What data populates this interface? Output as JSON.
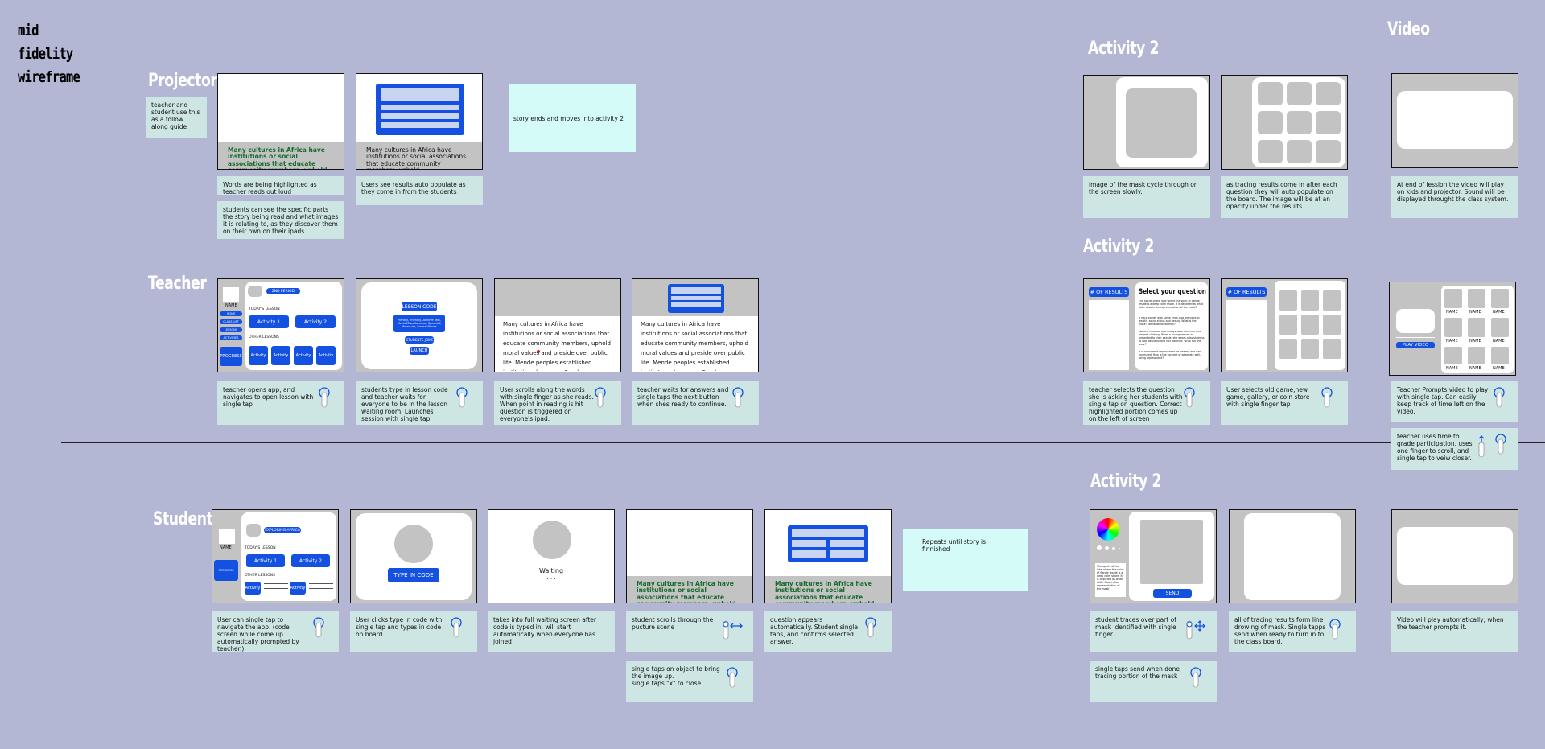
{
  "title": "mid\nfidelity\nwireframe",
  "sections": {
    "projector": "Projector",
    "teacher": "Teacher",
    "student": "Student",
    "activity2_a": "Activity 2",
    "activity2_b": "Activity 2",
    "activity2_c": "Activity 2",
    "video": "Video"
  },
  "colors": {
    "background": "#b4b7d3",
    "note": "#cde6e4",
    "sticky": "#d4fbf8",
    "accent_blue": "#1451e0",
    "placeholder_grey": "#c3c3c3",
    "highlight_green": "#166b2a"
  },
  "projector": {
    "intro_note": "teacher and student use this as a follow along guide",
    "frame1_text": "Many cultures in Africa have institutions or social associations that educate community members, uphold",
    "frame1_note1": "Words are being highlighted as teacher reads out loud",
    "frame1_note2": "students can see the specific parts the story being read and what images it is relating to, as they discover them on their own on their ipads.",
    "frame2_text": "Many cultures in Africa have institutions or social associations that educate community members, uphold",
    "frame2_note": "Users see results auto populate as they come in from the students",
    "sticky": "story ends and moves into activity 2",
    "act2_note1": "image of the mask cycle through on the screen slowly.",
    "act2_note2": "as tracing results come in after each question they will auto populate on the board. The image will be at an opacity under the results.",
    "video_note": "At end of lession the video will play on kids and projector. Sound will be displayed throught the class system."
  },
  "teacher": {
    "f1": {
      "name": "NAME",
      "badge": "2ND PERIOD",
      "todays": "TODAY'S LESSON",
      "other": "OTHER LESSONS",
      "act1": "Activity 1",
      "act2": "Activity 2",
      "activity": "Activity",
      "side": [
        "HOME",
        "CLASS LIST",
        "LESSONS",
        "ACTIVITIES"
      ],
      "progress": "PROGRESS"
    },
    "f1_note": "teacher opens app, and navigates to open lesson with single tap",
    "f2": {
      "code": "LESSON CODE",
      "info": "Plenary, Friendly, Archive Text, Meets Miscellaneous, Speculat, Molecular, Formal Moves",
      "students": "# STUDENTS JOINED",
      "launch": "LAUNCH"
    },
    "f2_note": "students type in lesson code and teacher waits for everyone to be in the lesson waiting room. Launches session with single tap.",
    "f3_text": "Many cultures in Africa have institutions or social associations that educate community members, uphold moral values and preside over public life. Mende peoples established institutions known as Sande associations a long time ago to educate women and",
    "f3_note": "User scrolls along the words with single finger as she reads. When point in reading is hit question is triggered on everyone's ipad.",
    "f4_text": "Many cultures in Africa have institutions or social associations that educate community members, uphold moral values and preside over public life. Mende peoples established institutions known as Sande associations a long time ago to educate women and",
    "f4_note": "teacher waits for answers and single taps the next button when shes ready to continue.",
    "act2_f1": {
      "results": "# OF RESULTS",
      "heading": "Select your question",
      "q1": "The spirits of the lake where the spirit of Sande reside is a deep calm shore. It is depicted as what faith. Also in the representation of the mask?",
      "q2": "A neck comes with some rings that are signs of wealth, social status and beauty. What is the mask's attribute for women?",
      "q3": "Women in Sande also always wear feminine and elegant clothing. When a young woman is presented to their people, she wears a lavish dress to look beautiful and hair adorned. What did she wear?",
      "q4": "It is considered important to be healthy and well-nourished. How is the concept of adequate well-being represented?"
    },
    "act2_f1_note": "teacher selects the question she is asking her students with single tap on question. Correct highlighted portion comes up on the left of screen",
    "act2_f2_results": "# OF RESULTS",
    "act2_f2_note": "User selects old game,new game, gallery, or coin store with single finger tap",
    "video_f": {
      "play": "PLAY VIDEO",
      "names": [
        "NAME",
        "NAME",
        "NAME",
        "NAME",
        "NAME",
        "NAME",
        "NAME",
        "NAME",
        "NAME"
      ]
    },
    "video_note1": "Teacher Prompts video to play with single tap. Can easily keep track of time left on the video.",
    "video_note2": "teacher uses time to grade participation. uses one finger to scroll, and single tap to veiw closer."
  },
  "student": {
    "f1": {
      "name": "NAME",
      "badge": "EXPLORING AFRICA",
      "todays": "TODAY'S LESSON",
      "other": "OTHER LESSONS",
      "act1": "Activity 1",
      "act2": "Activity 2",
      "activity": "Activity",
      "progress": "PROGRESS"
    },
    "f1_note": "User can single tap to navigate the app. (code screen while come up automatically prompted by teacher.)",
    "f2_button": "TYPE IN CODE",
    "f2_note": "User clicks type in code with single tap and types in code on board",
    "f3_waiting": "Waiting",
    "f3_dots": ". . .",
    "f3_note": "takes into full waiting screen after code is typed in. will start automatically when everyone has joined",
    "f4_text": "Many cultures in Africa have institutions or social associations that educate community members, uphold",
    "f4_note1": "student scrolls through the pucture scene",
    "f4_note2": "single taps on object to bring the image up.\nsingle taps \"x\" to close",
    "f5_text": "Many cultures in Africa have institutions or social associations that educate community members, uphold",
    "f5_note": "question appears automatically. Student single taps, and confirms selected answer.",
    "sticky": "Repeats until story is finnished",
    "act2_f1": {
      "question": "The spirits of the lake where the spirit of Sande reside is a deep calm shore. It is depicted as what faith. Also in the representation of the mask?",
      "send": "SEND"
    },
    "act2_note1": "student traces over part of mask identified with single finger",
    "act2_note2": "single taps send when done tracing portion of the mask",
    "act2_f2_note": "all of tracing results form line drowing of mask. Single tapps send when ready to turn in to the class board.",
    "video_note": "Video will play automatically, when the teacher prompts it."
  },
  "icons": [
    "tap-icon",
    "scroll-icon",
    "drag-icon"
  ]
}
